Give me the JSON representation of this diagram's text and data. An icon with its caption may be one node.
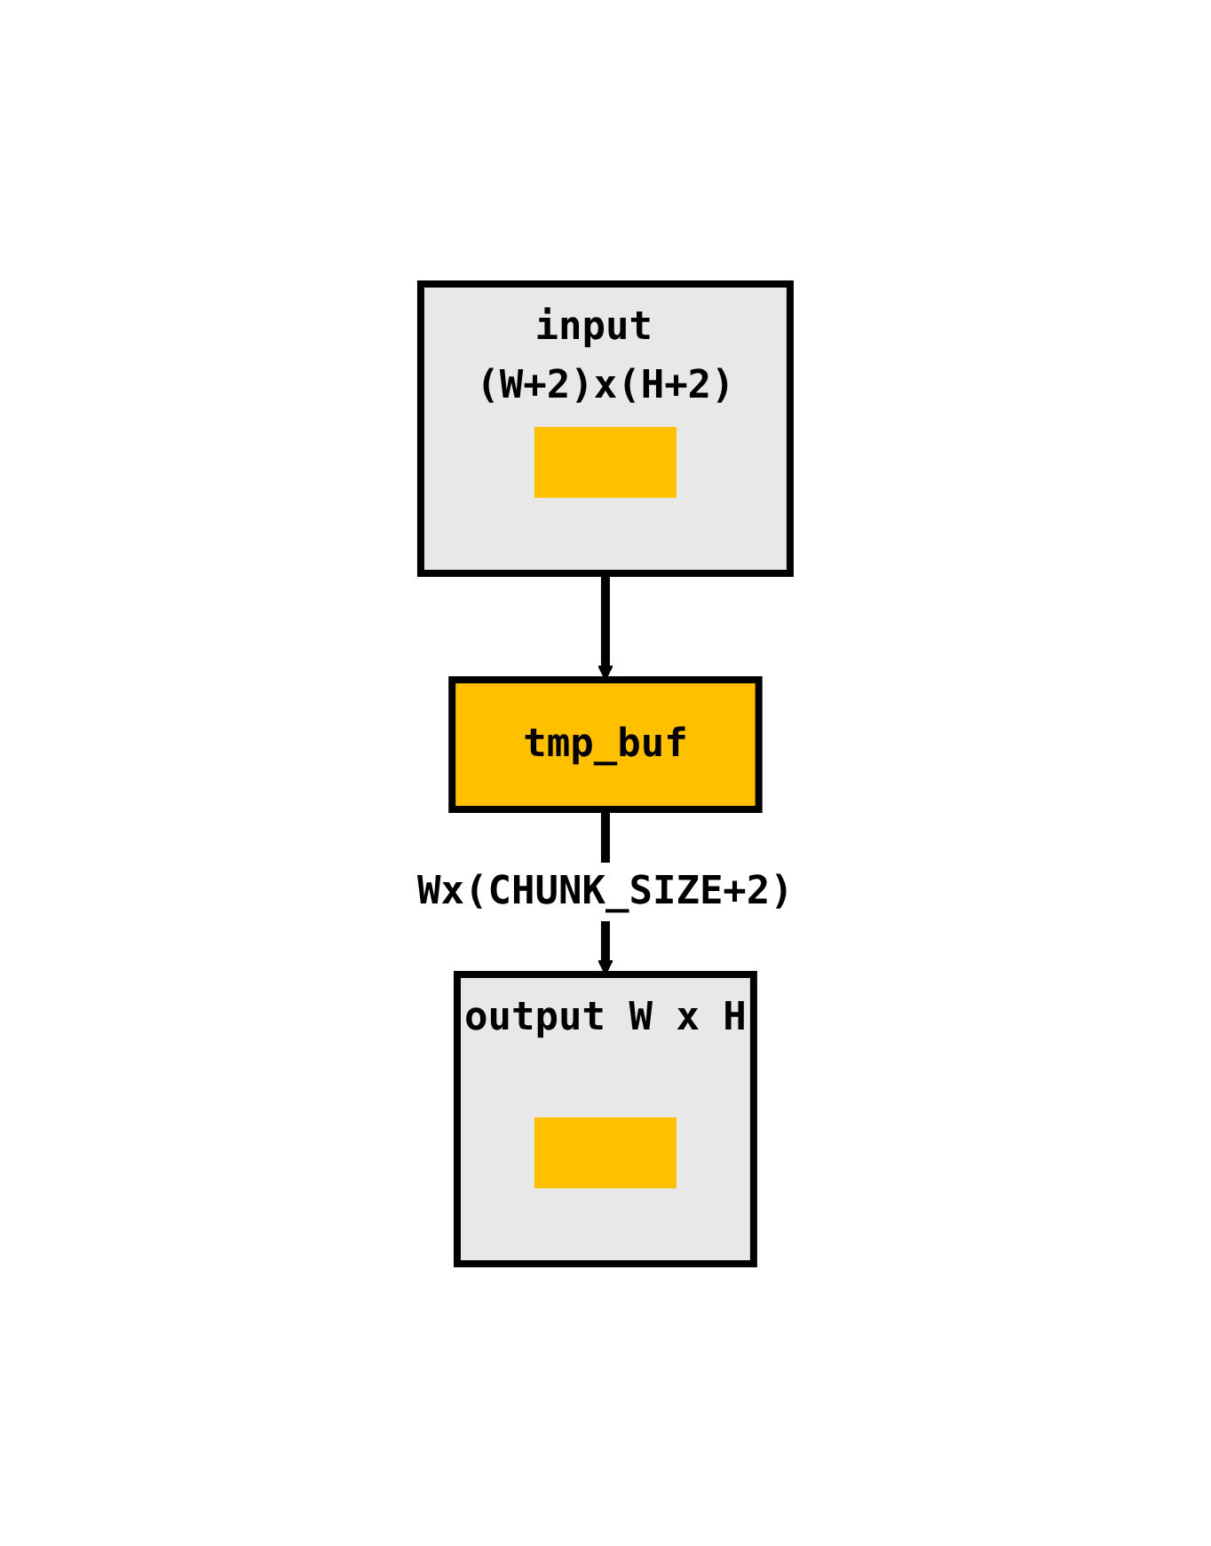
{
  "diagram": {
    "nodes": [
      {
        "text": [
          "input (W+2)x(H+2)"
        ]
      },
      {
        "text": [],
        "shape": "bar",
        "in": 0
      },
      {
        "text": [
          "tmp_buf"
        ]
      },
      {
        "text": [
          "output W x H"
        ]
      },
      {
        "text": [],
        "shape": "bar",
        "in": 3
      }
    ],
    "edges": [
      {
        "from": 0,
        "to": 2,
        "arrow": "to"
      },
      {
        "from": 2,
        "to": 3,
        "arrow": "to",
        "label": "Wx(CHUNK_SIZE+2)"
      }
    ]
  }
}
